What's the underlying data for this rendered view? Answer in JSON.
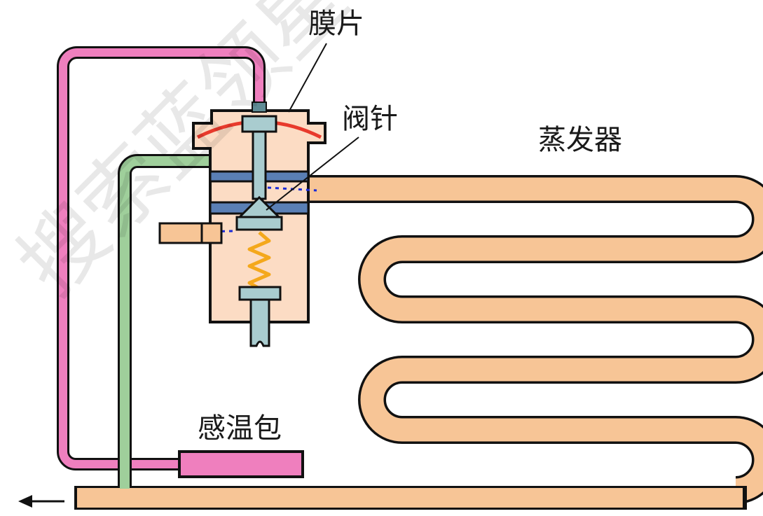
{
  "labels": {
    "membrane": "膜片",
    "needle": "阀针",
    "evaporator": "蒸发器",
    "sensing_bulb": "感温包"
  },
  "watermark": "搜索蓝领星",
  "colors": {
    "evaporator_tube": "#f7c596",
    "capillary_tube": "#ef7fbe",
    "equalizer_tube": "#9fcf9b",
    "valve_body": "#fcdcc4",
    "valve_stem": "#a9cccf",
    "diaphragm": "#e83a2c",
    "spring": "#f4a81c",
    "seat_plate": "#5a7fb5",
    "outline": "#111111",
    "flow_marker": "#1a2bd6"
  }
}
